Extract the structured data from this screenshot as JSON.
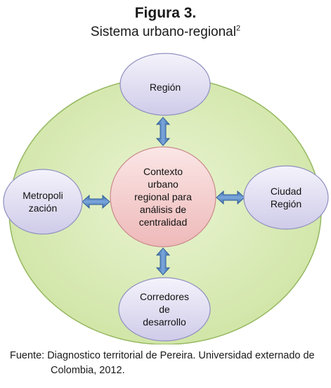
{
  "figure": {
    "title": "Figura 3.",
    "subtitle": "Sistema urbano-regional",
    "footnote_marker": "2"
  },
  "diagram": {
    "center": "Contexto\nurbano\nregional para\nanálisis de\ncentralidad",
    "top": "Región",
    "right": "Ciudad\nRegión",
    "bottom": "Corredores\nde\ndesarrollo",
    "left": "Metropoli\nzación",
    "colors": {
      "outer_fill": "#d9ebb5",
      "outer_stroke": "#95b860",
      "satellite_fill": "#dddaf0",
      "satellite_stroke": "#8f8fc0",
      "center_fill": "#f4cccc",
      "center_stroke": "#c98a8a",
      "arrow_fill": "#4f81bd"
    }
  },
  "source": {
    "line1": "Fuente: Diagnostico territorial de Pereira. Universidad externado de",
    "line2": "Colombia, 2012."
  }
}
